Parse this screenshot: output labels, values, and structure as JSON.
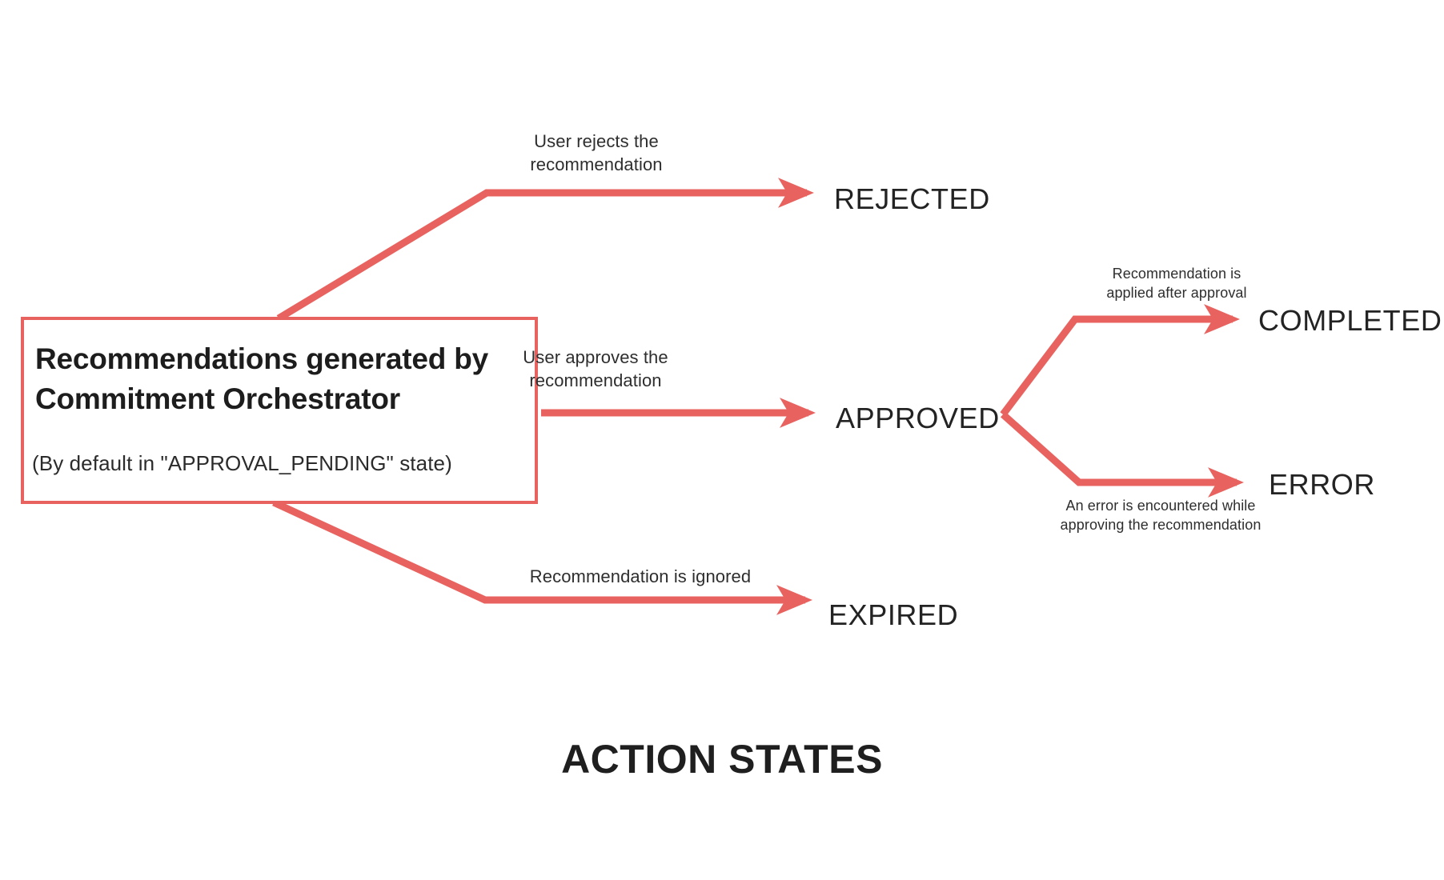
{
  "accent_color": "#E8635F",
  "text_color": "#232323",
  "background": "#ffffff",
  "source": {
    "title": "Recommendations generated by Commitment Orchestrator",
    "subtitle": "(By default in \"APPROVAL_PENDING\" state)"
  },
  "states": {
    "rejected": "REJECTED",
    "approved": "APPROVED",
    "expired": "EXPIRED",
    "completed": "COMPLETED",
    "error": "ERROR"
  },
  "transitions": {
    "to_rejected": "User rejects the\nrecommendation",
    "to_approved": "User approves the\nrecommendation",
    "to_expired": "Recommendation is ignored",
    "to_completed": "Recommendation is\napplied after approval",
    "to_error": "An error is encountered while\napproving the recommendation"
  },
  "diagram_title": "ACTION STATES"
}
